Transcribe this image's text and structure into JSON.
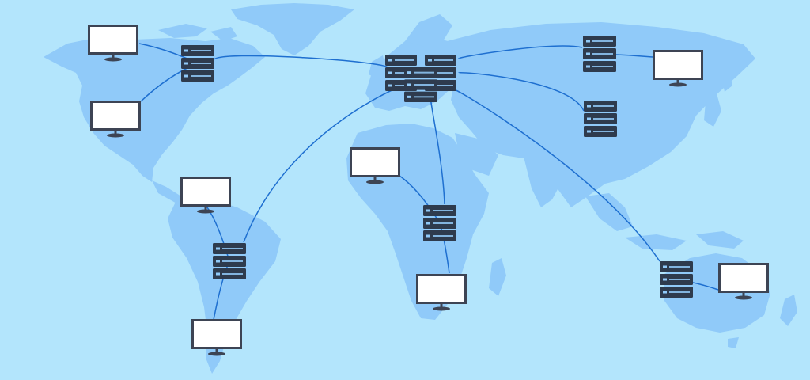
{
  "colors": {
    "ocean": "#b3e5fc",
    "land": "#90caf9",
    "link": "#1e6fd0",
    "server_body": "#2e3b4e",
    "server_led": "#90caf9",
    "monitor_frame": "#3d4454",
    "monitor_screen": "#ffffff"
  },
  "network": {
    "hub": "europe-hub",
    "servers": [
      {
        "id": "north-america",
        "icon": "server-rack-icon"
      },
      {
        "id": "europe-hub",
        "icon": "server-cluster-icon"
      },
      {
        "id": "asia-north",
        "icon": "server-rack-icon"
      },
      {
        "id": "asia-central",
        "icon": "server-rack-icon"
      },
      {
        "id": "south-america",
        "icon": "server-rack-icon"
      },
      {
        "id": "africa",
        "icon": "server-rack-icon"
      },
      {
        "id": "australia",
        "icon": "server-rack-icon"
      }
    ],
    "clients": [
      {
        "id": "na-north",
        "server": "north-america",
        "icon": "monitor-icon"
      },
      {
        "id": "na-south",
        "server": "north-america",
        "icon": "monitor-icon"
      },
      {
        "id": "sa-north",
        "server": "south-america",
        "icon": "monitor-icon"
      },
      {
        "id": "sa-south",
        "server": "south-america",
        "icon": "monitor-icon"
      },
      {
        "id": "africa-west",
        "server": "africa",
        "icon": "monitor-icon"
      },
      {
        "id": "africa-south",
        "server": "africa",
        "icon": "monitor-icon"
      },
      {
        "id": "asia-east",
        "server": "asia-north",
        "icon": "monitor-icon"
      },
      {
        "id": "australia-east",
        "server": "australia",
        "icon": "monitor-icon"
      }
    ],
    "backbone": [
      [
        "europe-hub",
        "north-america"
      ],
      [
        "europe-hub",
        "asia-north"
      ],
      [
        "europe-hub",
        "asia-central"
      ],
      [
        "europe-hub",
        "south-america"
      ],
      [
        "europe-hub",
        "africa"
      ],
      [
        "europe-hub",
        "australia"
      ]
    ]
  }
}
